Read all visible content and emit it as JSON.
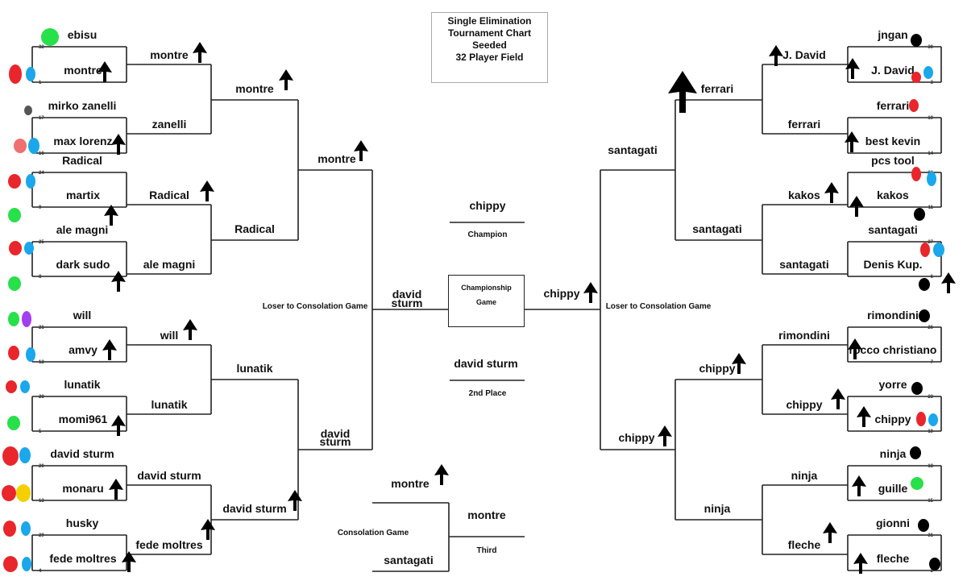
{
  "title": [
    "Single Elimination",
    "Tournament Chart",
    "Seeded",
    "32 Player Field"
  ],
  "champion": {
    "name": "chippy",
    "label": "Champion"
  },
  "second": {
    "name": "david sturm",
    "label": "2nd Place"
  },
  "championship_game": [
    "Championship",
    "Game"
  ],
  "consolation": {
    "label": "Consolation Game",
    "third_label": "Third",
    "winner": "montre",
    "top": "montre",
    "bottom": "santagati"
  },
  "loser_label": "Loser to Consolation Game",
  "finalists": {
    "left": [
      "david",
      "sturm"
    ],
    "right": "chippy"
  },
  "left": {
    "r1": [
      {
        "seed": "32",
        "name": "ebisu"
      },
      {
        "seed": "1",
        "name": "montre"
      },
      {
        "seed": "17",
        "name": "mirko zanelli"
      },
      {
        "seed": "16",
        "name": "max lorenz"
      },
      {
        "seed": "24",
        "name": "Radical"
      },
      {
        "seed": "9",
        "name": "martix"
      },
      {
        "seed": "25",
        "name": "ale magni"
      },
      {
        "seed": "8",
        "name": "dark sudo"
      },
      {
        "seed": "21",
        "name": "will"
      },
      {
        "seed": "12",
        "name": "amvy"
      },
      {
        "seed": "28",
        "name": "lunatik"
      },
      {
        "seed": "5",
        "name": "momi961"
      },
      {
        "seed": "20",
        "name": "david sturm"
      },
      {
        "seed": "13",
        "name": "monaru"
      },
      {
        "seed": "29",
        "name": "husky"
      },
      {
        "seed": "4",
        "name": "fede moltres"
      }
    ],
    "r2": [
      "montre",
      "zanelli",
      "Radical",
      "ale magni",
      "will",
      "lunatik",
      "david sturm",
      "fede moltres"
    ],
    "r3": [
      "montre",
      "Radical",
      "lunatik",
      "david sturm"
    ],
    "r4": [
      "montre",
      "david sturm"
    ]
  },
  "right": {
    "r1": [
      {
        "seed": "30",
        "name": "jngan"
      },
      {
        "seed": "3",
        "name": "J. David"
      },
      {
        "seed": "19",
        "name": "ferrari"
      },
      {
        "seed": "14",
        "name": "best kevin"
      },
      {
        "seed": "22",
        "name": "pcs tool"
      },
      {
        "seed": "11",
        "name": "kakos"
      },
      {
        "seed": "27",
        "name": "santagati"
      },
      {
        "seed": "6",
        "name": "Denis Kup."
      },
      {
        "seed": "26",
        "name": "rimondini"
      },
      {
        "seed": "7",
        "name": "rocco christiano"
      },
      {
        "seed": "23",
        "name": "yorre"
      },
      {
        "seed": "10",
        "name": "chippy"
      },
      {
        "seed": "18",
        "name": "ninja"
      },
      {
        "seed": "15",
        "name": "guille"
      },
      {
        "seed": "31",
        "name": "gionni"
      },
      {
        "seed": "2",
        "name": "fleche"
      }
    ],
    "r2": [
      "J. David",
      "ferrari",
      "kakos",
      "santagati",
      "rimondini",
      "chippy",
      "ninja",
      "fleche"
    ],
    "r3": [
      "ferrari",
      "santagati",
      "chippy",
      "ninja"
    ],
    "r4": [
      "santagati",
      "chippy"
    ]
  },
  "colors": {
    "red": "#e8262b",
    "blue": "#1aa7ec",
    "green": "#27e04a",
    "purple": "#a23ff0",
    "yellow": "#f5d000",
    "salmon": "#f06f6f",
    "gray": "#555555",
    "ink": "#000000"
  }
}
